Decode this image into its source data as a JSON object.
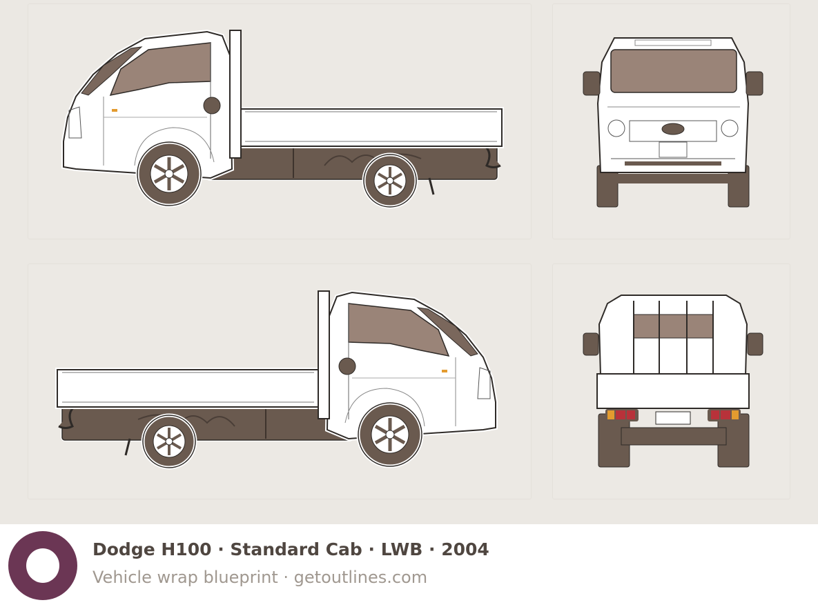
{
  "caption": {
    "title": "Dodge H100 · Standard Cab · LWB · 2004",
    "subtitle": "Vehicle wrap blueprint · getoutlines.com"
  },
  "views": [
    "side-left",
    "front",
    "side-right",
    "rear"
  ],
  "colors": {
    "background": "#ebe8e3",
    "body": "#ffffff",
    "chassis": "#6a5a4f",
    "glass": "#9a8478",
    "outline": "#2e2a27",
    "brand": "#6b3654"
  }
}
